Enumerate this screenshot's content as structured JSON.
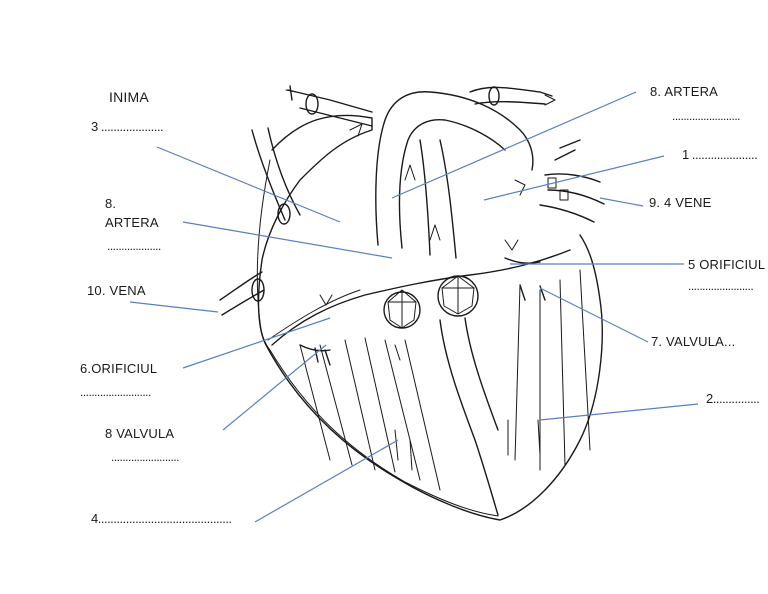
{
  "title": "INIMA",
  "labels": {
    "l3": "3 ....................",
    "l8_top_right": "8. ARTERA",
    "l8_top_right_dots": "........................",
    "l1": "1 .....................",
    "l8_left_num": "8.",
    "l8_left": "ARTERA",
    "l8_left_dots": "...................",
    "l9": "9.  4 VENE",
    "l10": "10. VENA",
    "l5": "5 ORIFICIUL",
    "l5_dots": ".......................",
    "l6": "6.ORIFICIUL",
    "l6_dots": ".........................",
    "l7": "7. VALVULA...",
    "l2": "2...............",
    "l8_valvula": "8 VALVULA",
    "l8_valvula_dots": "........................",
    "l4": "4..........................................."
  },
  "colors": {
    "pointer_line": "#5a7fbf",
    "ink": "#1a1a1a",
    "background": "#ffffff"
  }
}
